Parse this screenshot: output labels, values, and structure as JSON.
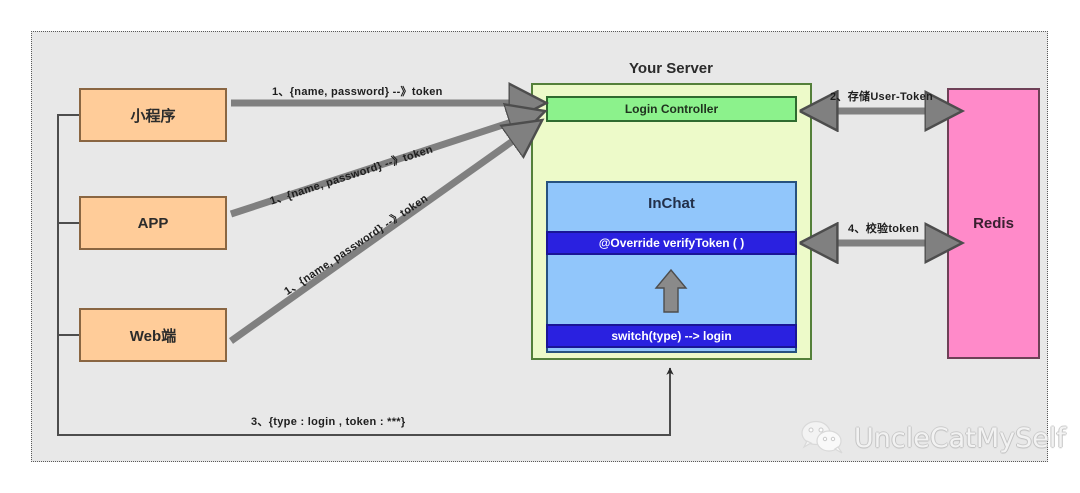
{
  "diagram": {
    "title": "Your Server",
    "clients": [
      {
        "id": "miniprogram",
        "label": "小程序"
      },
      {
        "id": "app",
        "label": "APP"
      },
      {
        "id": "web",
        "label": "Web端"
      }
    ],
    "server": {
      "title": "Your Server",
      "controller_label": "Login Controller",
      "inchat_label": "InChat",
      "code_bars": [
        {
          "id": "verify-token",
          "label": "@Override  verifyToken ( )"
        },
        {
          "id": "switch-type",
          "label": "switch(type)  --> login"
        }
      ]
    },
    "store": {
      "id": "redis",
      "label": "Redis"
    },
    "edges": [
      {
        "id": "miniprogram-login",
        "label": "1、{name, password} --》token"
      },
      {
        "id": "app-login",
        "label": "1、{name, password} --》token"
      },
      {
        "id": "web-login",
        "label": "1、{name, password} --》token"
      },
      {
        "id": "store-user-token",
        "label": "2、存储User-Token"
      },
      {
        "id": "verify-token",
        "label": "4、校验token"
      },
      {
        "id": "login-payload",
        "label": "3、{type : login , token : ***}"
      }
    ],
    "colors": {
      "client_fill": "#ffcc99",
      "server_fill": "#edfac9",
      "controller_fill": "#8cf28c",
      "inchat_fill": "#91c6fb",
      "code_fill": "#2a21e0",
      "redis_fill": "#ff8ac9",
      "canvas_fill": "#e8e8e8",
      "arrow_fill": "#808080"
    }
  },
  "watermark": {
    "text": "UncleCatMySelf"
  }
}
